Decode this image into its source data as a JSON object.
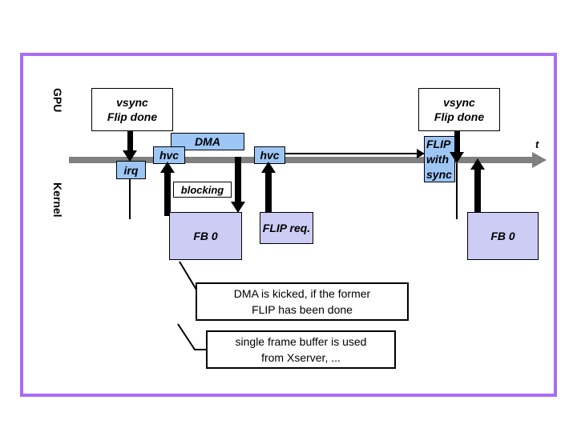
{
  "diagram": {
    "title_border_color": "#a96cf5",
    "lanes": {
      "top_label": "GPU",
      "bottom_label": "Kernel"
    },
    "axis": {
      "label": "t",
      "color": "#808080"
    },
    "colors": {
      "blue_box": "#9dc6f5",
      "lavender_box": "#ccccf5",
      "border": "#000000",
      "slide_border": "#a96cf5"
    },
    "boxes": {
      "vsync_left": {
        "line1": "vsync",
        "line2": "Flip done"
      },
      "vsync_right": {
        "line1": "vsync",
        "line2": "Flip done"
      },
      "dma": "DMA",
      "hvc1": "hvc",
      "hvc2": "hvc",
      "irq": "irq",
      "flip_with_sync": {
        "line1": "FLIP",
        "line2": "with",
        "line3": "sync"
      },
      "blocking": "blocking",
      "fb0_left": "FB 0",
      "fb0_right": "FB 0",
      "flip_req": "FLIP req."
    },
    "notes": {
      "note1": {
        "line1": "DMA is kicked, if the former",
        "line2": "FLIP has been done"
      },
      "note2": {
        "line1": "single frame buffer is used",
        "line2": "from Xserver, ..."
      }
    }
  }
}
